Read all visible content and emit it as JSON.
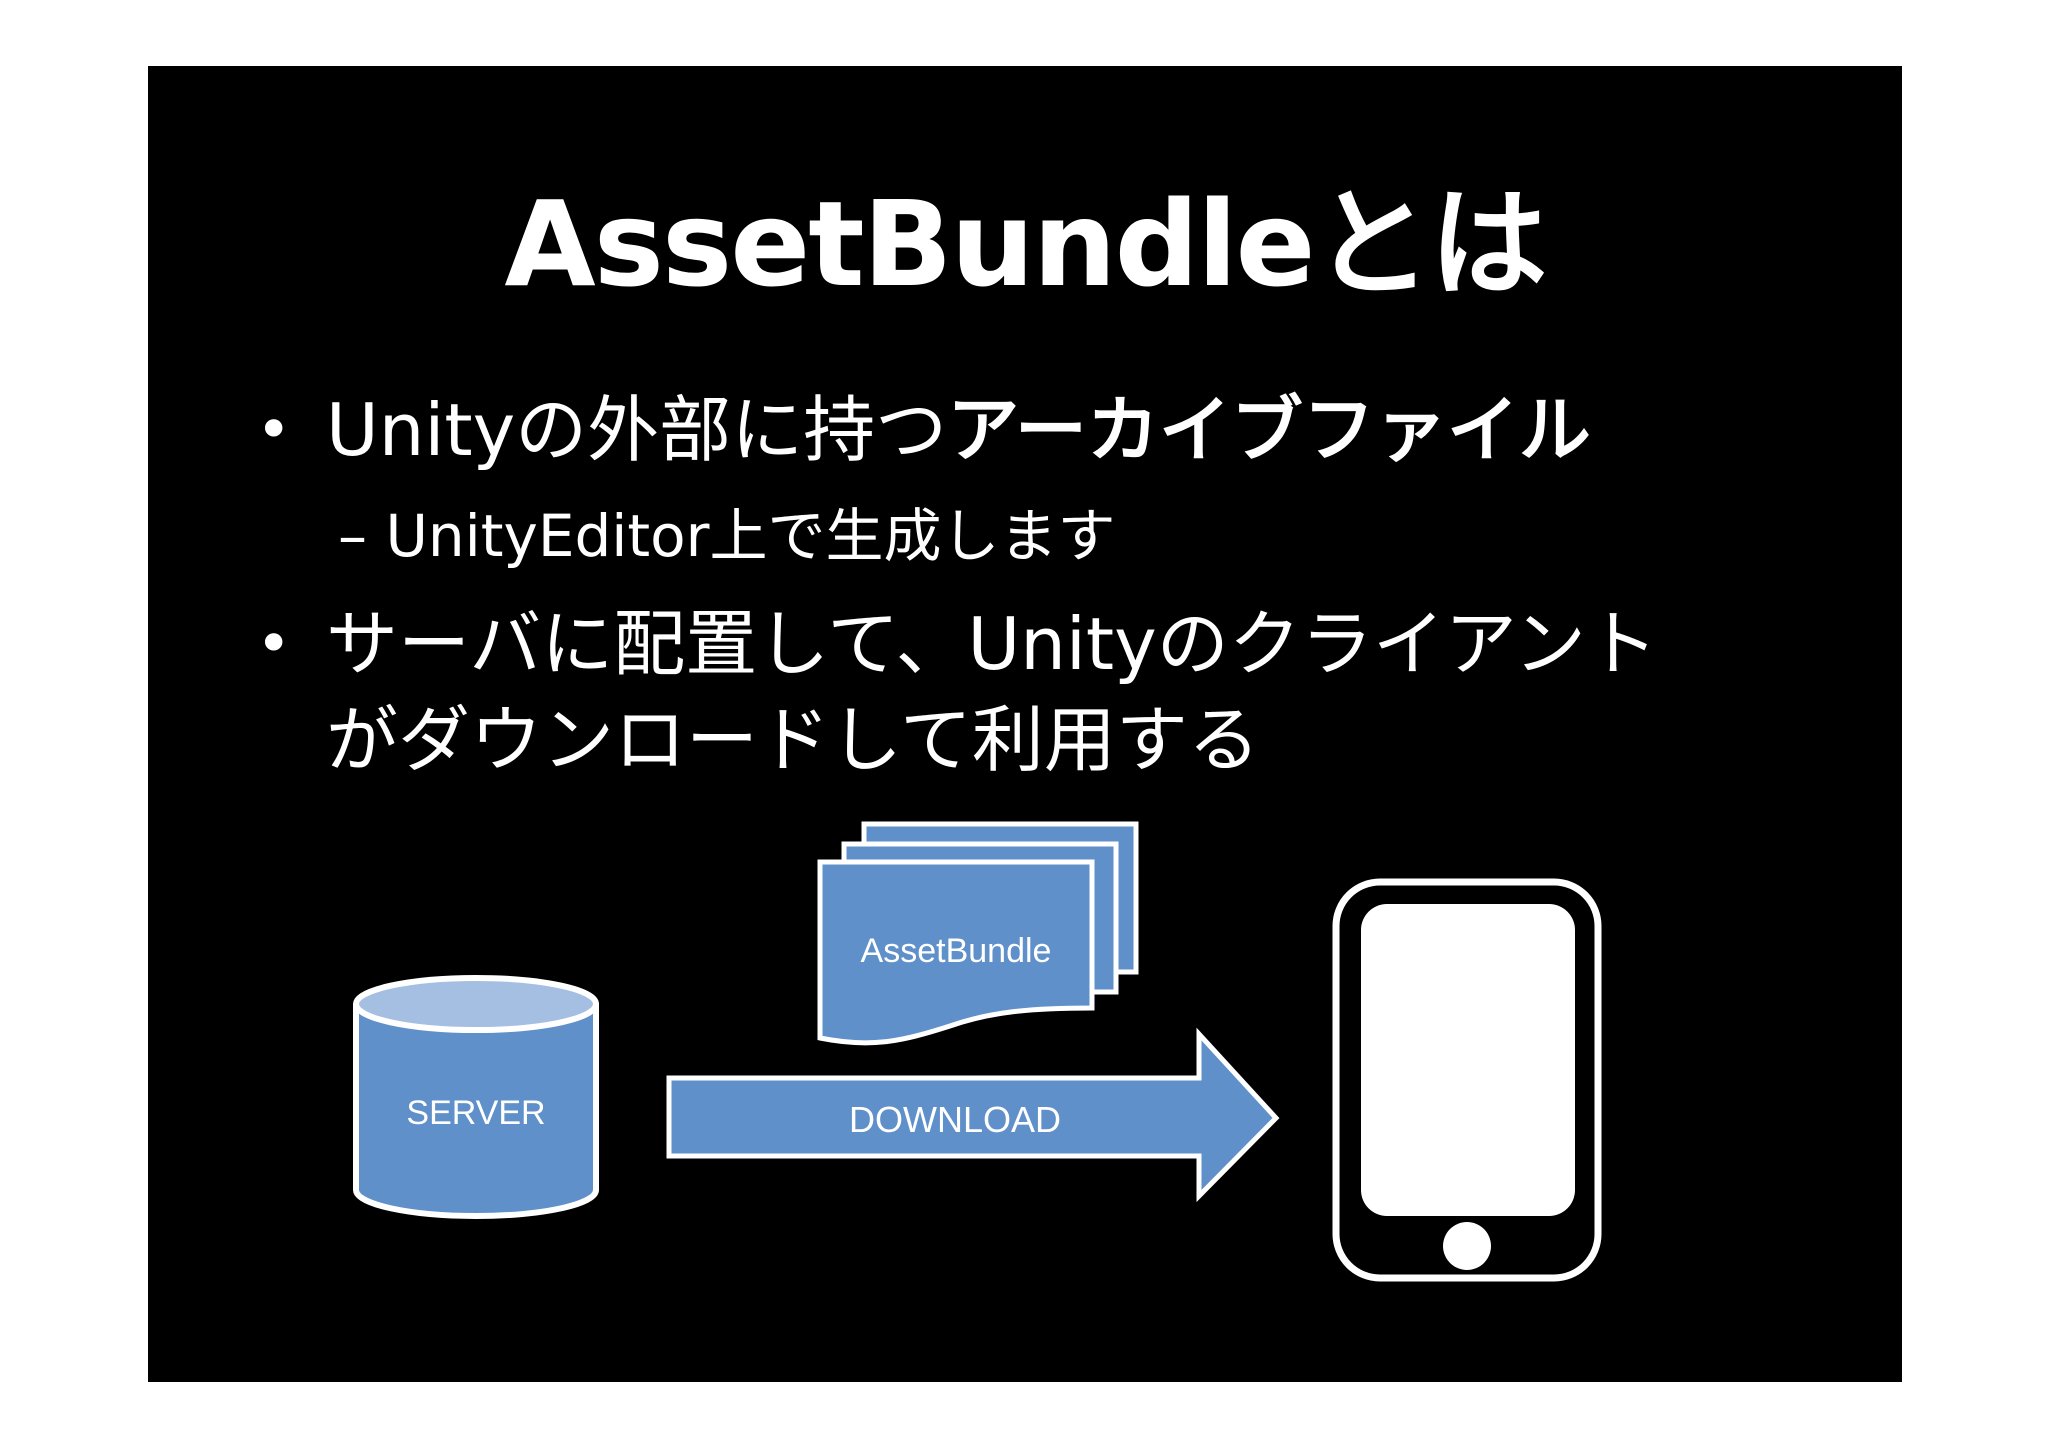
{
  "title": "AssetBundleとは",
  "bullets": [
    {
      "bullet_char": "•",
      "text_prefix": "Unityの外部に持つ",
      "text_emphasis": "アーカイブファイル",
      "sub": {
        "dash": "–",
        "text": "UnityEditor上で生成します"
      }
    },
    {
      "bullet_char": "•",
      "line1": "サーバに配置して、Unityのクライアント",
      "line2": "がダウンロードして利用する"
    }
  ],
  "diagram": {
    "server_label": "SERVER",
    "assetbundle_label": "AssetBundle",
    "download_label": "DOWNLOAD",
    "colors": {
      "shape_fill": "#5f90c9",
      "shape_top": "#a4bfe2",
      "outline": "#ffffff",
      "background": "#000000"
    },
    "icons": [
      "database-cylinder-icon",
      "document-stack-icon",
      "arrow-right-icon",
      "smartphone-icon"
    ]
  }
}
